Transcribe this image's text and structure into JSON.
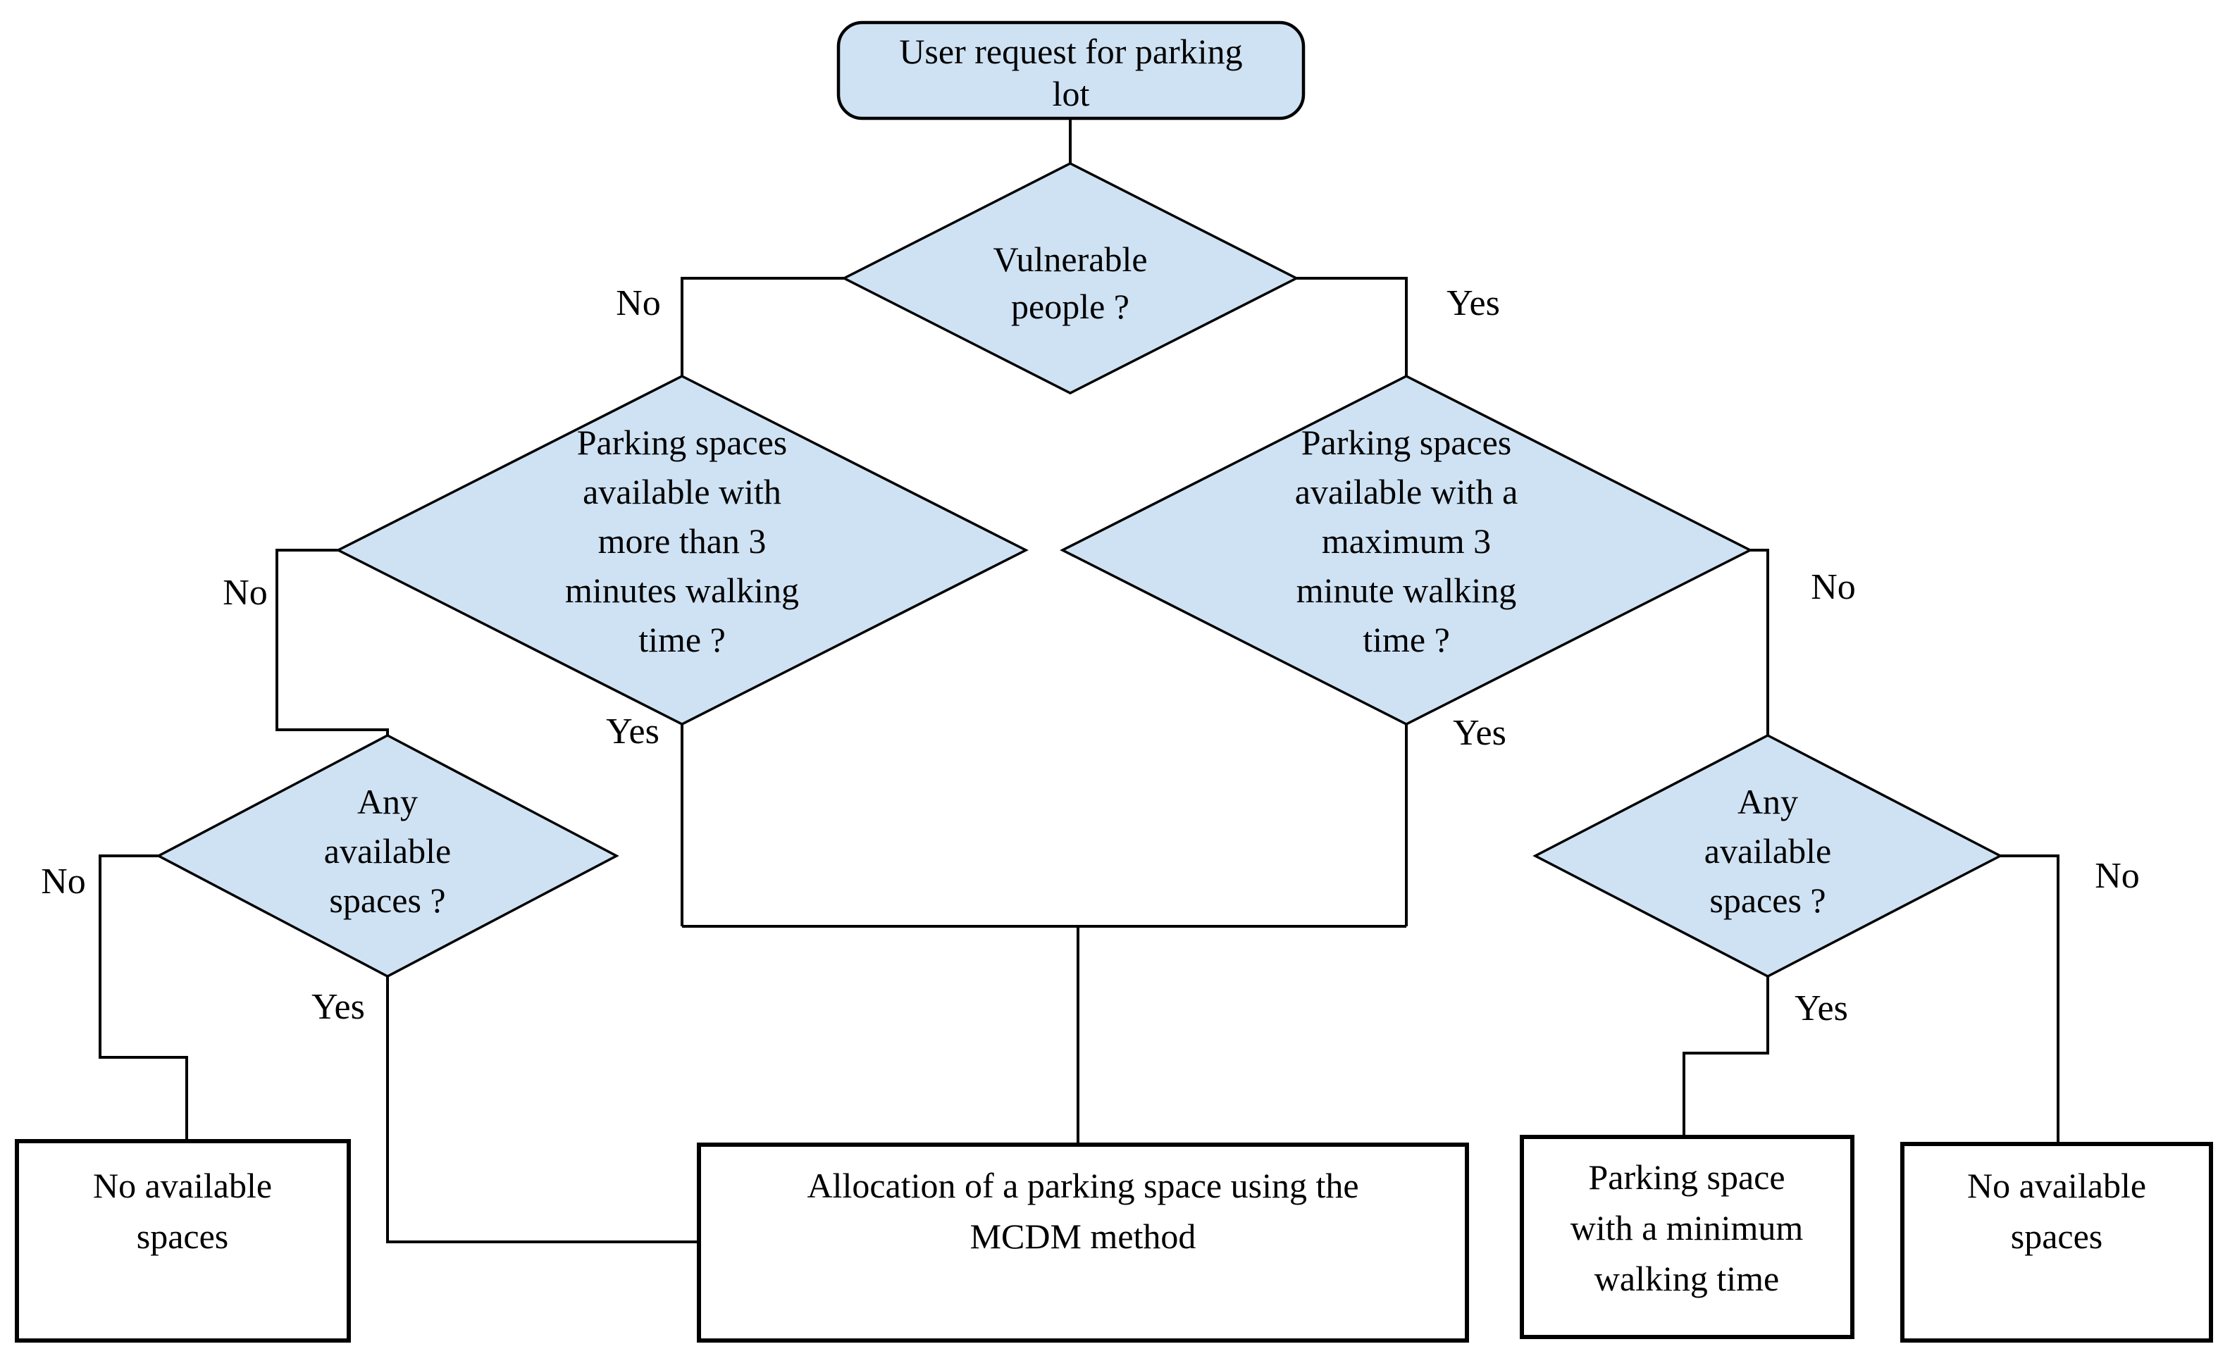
{
  "diagram": {
    "title": "Parking lot allocation decision flowchart",
    "colors": {
      "background": "#ffffff",
      "terminator_fill": "#cfe2f3",
      "decision_fill": "#cfe2f3",
      "process_fill": "#ffffff",
      "line": "#000000"
    },
    "nodes": {
      "start": {
        "lines": [
          "User request for parking",
          "lot"
        ]
      },
      "vulnerable": {
        "lines": [
          "Vulnerable",
          "people ?"
        ]
      },
      "more_than_3": {
        "lines": [
          "Parking spaces",
          "available with",
          "more than 3",
          "minutes walking",
          "time ?"
        ]
      },
      "max_3": {
        "lines": [
          "Parking spaces",
          "available with a",
          "maximum 3",
          "minute walking",
          "time ?"
        ]
      },
      "any_spaces_left": {
        "lines": [
          "Any",
          "available",
          "spaces ?"
        ]
      },
      "any_spaces_right": {
        "lines": [
          "Any",
          "available",
          "spaces ?"
        ]
      },
      "no_spaces_left": {
        "lines": [
          "No available",
          "spaces"
        ]
      },
      "allocation": {
        "lines": [
          "Allocation of a parking space using the",
          "MCDM method"
        ]
      },
      "min_walking": {
        "lines": [
          "Parking space",
          "with a minimum",
          "walking time"
        ]
      },
      "no_spaces_right": {
        "lines": [
          "No available",
          "spaces"
        ]
      }
    },
    "labels": {
      "vulnerable_no": "No",
      "vulnerable_yes": "Yes",
      "more_than_3_no": "No",
      "more_than_3_yes": "Yes",
      "max_3_no": "No",
      "max_3_yes": "Yes",
      "any_left_no": "No",
      "any_left_yes": "Yes",
      "any_right_no": "No",
      "any_right_yes": "Yes"
    }
  }
}
